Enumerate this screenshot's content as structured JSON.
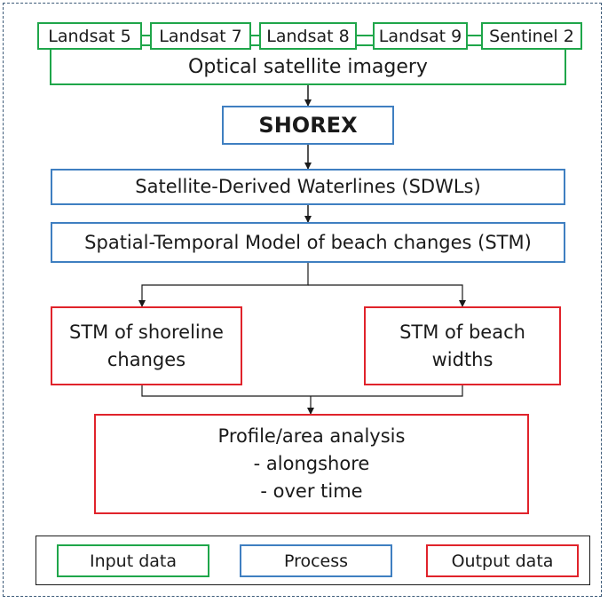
{
  "inputs": {
    "satellites": [
      "Landsat 5",
      "Landsat 7",
      "Landsat 8",
      "Landsat 9",
      "Sentinel 2"
    ],
    "imagery_label": "Optical satellite imagery"
  },
  "process": {
    "tool": "SHOREX",
    "sdwl": "Satellite-Derived Waterlines (SDWLs)",
    "stm": "Spatial-Temporal Model of beach changes (STM)"
  },
  "outputs": {
    "shoreline": [
      "STM of shoreline",
      "changes"
    ],
    "beach_width": [
      "STM of beach",
      "widths"
    ],
    "analysis": [
      "Profile/area analysis",
      "- alongshore",
      "- over time"
    ]
  },
  "legend": {
    "input": "Input data",
    "process": "Process",
    "output": "Output data"
  },
  "colors": {
    "input": "#1fa64a",
    "process": "#3f7fc1",
    "output": "#e0232b",
    "frame": "#3c5a78"
  }
}
